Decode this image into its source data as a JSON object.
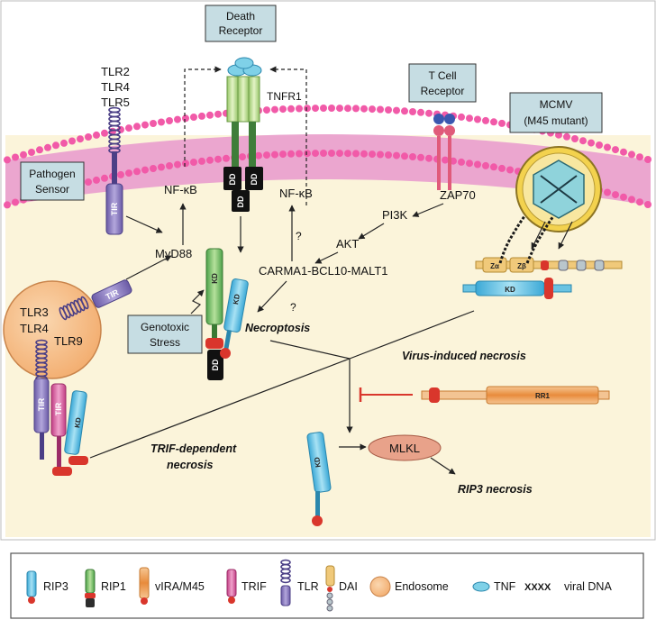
{
  "receptors": {
    "death_receptor": [
      "Death",
      "Receptor"
    ],
    "tlr_list": [
      "TLR2",
      "TLR4",
      "TLR5"
    ],
    "tnfr1": "TNFR1",
    "tcell_receptor": [
      "T Cell",
      "Receptor"
    ],
    "mcmv": [
      "MCMV",
      "(M45 mutant)"
    ],
    "pathogen_sensor": [
      "Pathogen",
      "Sensor"
    ],
    "endosomal_tlrs": [
      "TLR3",
      "TLR4",
      "TLR9"
    ],
    "genotoxic": [
      "Genotoxic",
      "Stress"
    ]
  },
  "nodes": {
    "nfkb_left": "NF-κB",
    "nfkb_right": "NF-κB",
    "zap70": "ZAP70",
    "pi3k": "PI3K",
    "akt": "AKT",
    "myd88": "MyD88",
    "carma": "CARMA1-BCL10-MALT1",
    "mlkl": "MLKL",
    "q1": "?",
    "q2": "?"
  },
  "outcomes": {
    "necroptosis": "Necroptosis",
    "virus_induced": "Virus-induced necrosis",
    "trif_dependent": [
      "TRIF-dependent",
      "necrosis"
    ],
    "rip3_necrosis": "RIP3 necrosis"
  },
  "domains": {
    "tir": "TIR",
    "dd": "DD",
    "kd": "KD",
    "rr1": "RR1",
    "za": "Zα",
    "zb": "Zβ"
  },
  "legend": {
    "rip3": "RIP3",
    "rip1": "RIP1",
    "vira": "vIRA/M45",
    "trif": "TRIF",
    "tlr": "TLR",
    "dai": "DAI",
    "endosome": "Endosome",
    "tnf": "TNF",
    "viral_dna_glyph": "XXXX",
    "viral_dna": "viral DNA"
  },
  "colors": {
    "cytoplasm": "#fbf4da",
    "membrane": "#e8a0c8",
    "membrane_head": "#f15aa8",
    "rip3": "#6ac3e2",
    "rip1": "#8cc77a",
    "vira": "#f1a35a",
    "trif": "#e063a6",
    "tlr": "#8a7cbc",
    "dai": "#f0c97a",
    "endosome": "#f6c08a",
    "tnf": "#7fd1e8",
    "tnfr1": "#c4e09a",
    "label_box": "#c6dde3",
    "inhibit": "#d9362c"
  }
}
